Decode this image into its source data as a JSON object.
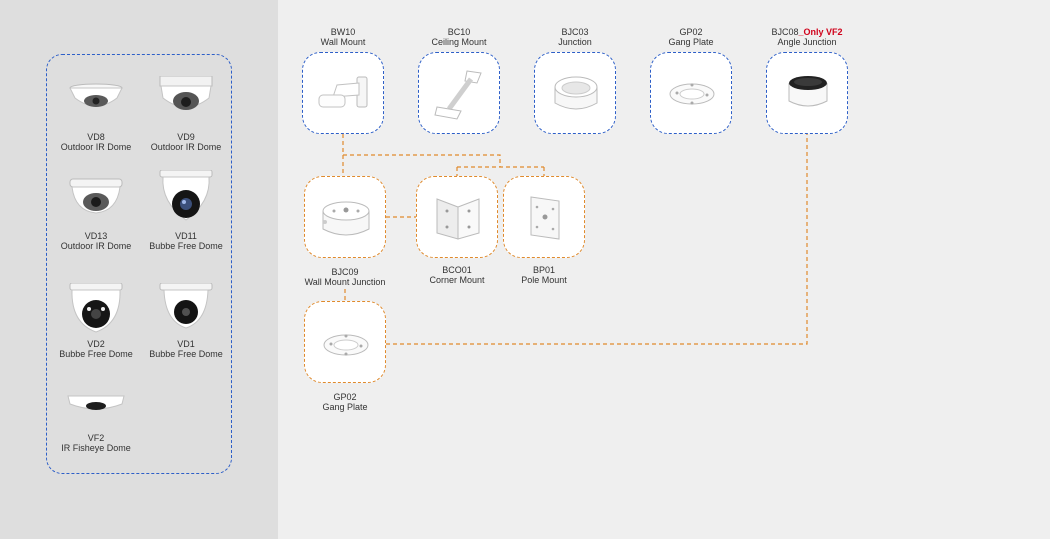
{
  "cameras": [
    {
      "model": "VD8",
      "desc": "Outdoor IR Dome",
      "icon": "dome-camera-icon"
    },
    {
      "model": "VD9",
      "desc": "Outdoor IR Dome",
      "icon": "dome-camera-icon"
    },
    {
      "model": "VD13",
      "desc": "Outdoor IR Dome",
      "icon": "dome-camera-icon"
    },
    {
      "model": "VD11",
      "desc": "Bubbe Free Dome",
      "icon": "bubble-dome-camera-icon"
    },
    {
      "model": "VD2",
      "desc": "Bubbe Free Dome",
      "icon": "bubble-dome-camera-icon"
    },
    {
      "model": "VD1",
      "desc": "Bubbe Free Dome",
      "icon": "bubble-dome-camera-icon"
    },
    {
      "model": "VF2",
      "desc": "IR Fisheye Dome",
      "icon": "fisheye-camera-icon"
    }
  ],
  "accessories": {
    "bw10": {
      "model": "BW10",
      "desc": "Wall Mount",
      "icon": "wall-mount-icon"
    },
    "bc10": {
      "model": "BC10",
      "desc": "Ceiling Mount",
      "icon": "ceiling-mount-icon"
    },
    "bjc03": {
      "model": "BJC03",
      "desc": "Junction",
      "icon": "junction-box-icon"
    },
    "gp02_top": {
      "model": "GP02",
      "desc": "Gang Plate",
      "icon": "gang-plate-icon"
    },
    "bjc08": {
      "model": "BJC08",
      "note": "_Only VF2",
      "desc": "Angle Junction",
      "icon": "angle-junction-icon"
    },
    "bjc09": {
      "model": "BJC09",
      "desc": "Wall Mount Junction",
      "icon": "junction-box-icon"
    },
    "bco01": {
      "model": "BCO01",
      "desc": "Corner Mount",
      "icon": "corner-mount-icon"
    },
    "bp01": {
      "model": "BP01",
      "desc": "Pole Mount",
      "icon": "pole-mount-icon"
    },
    "gp02_bottom": {
      "model": "GP02",
      "desc": "Gang Plate",
      "icon": "gang-plate-icon"
    }
  },
  "colors": {
    "compatible_group_border": "#2d5fc8",
    "connector_line": "#e08a2c",
    "highlight_note": "#d0021b"
  }
}
